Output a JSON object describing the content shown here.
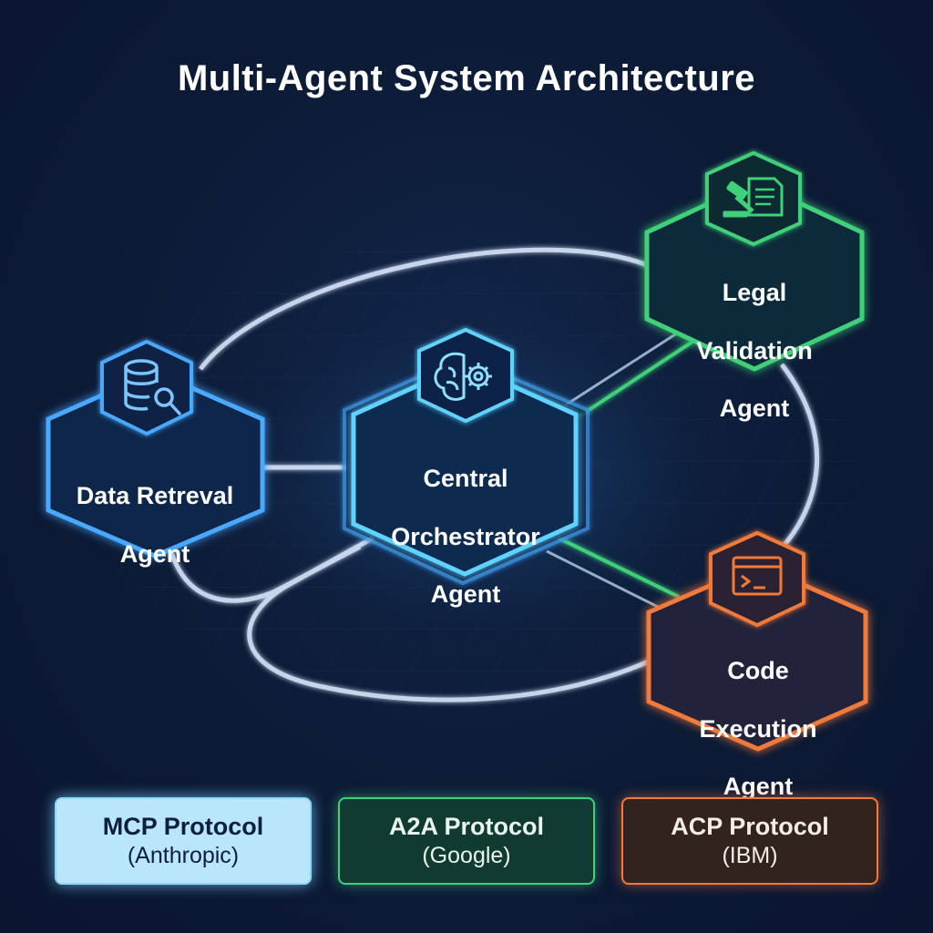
{
  "title": "Multi-Agent System Architecture",
  "agents": {
    "central": {
      "line1": "Central",
      "line2": "Orchestrator",
      "line3": "Agent",
      "color": "#5fd2ff",
      "icon": "brain-gear-icon"
    },
    "data_retrieval": {
      "line1": "Data Retreval",
      "line2": "Agent",
      "color": "#4aa8ff",
      "icon": "database-search-icon"
    },
    "legal": {
      "line1": "Legal",
      "line2": "Validation",
      "line3": "Agent",
      "color": "#3fd07a",
      "icon": "gavel-document-icon"
    },
    "code": {
      "line1": "Code",
      "line2": "Execution",
      "line3": "Agent",
      "color": "#f07a3a",
      "icon": "terminal-window-icon"
    }
  },
  "legend": [
    {
      "name": "MCP Protocol",
      "org": "(Anthropic)",
      "color": "#8fd6f7"
    },
    {
      "name": "A2A Protocol",
      "org": "(Google)",
      "color": "#3fd07a"
    },
    {
      "name": "ACP Protocol",
      "org": "(IBM)",
      "color": "#f07a3a"
    }
  ]
}
